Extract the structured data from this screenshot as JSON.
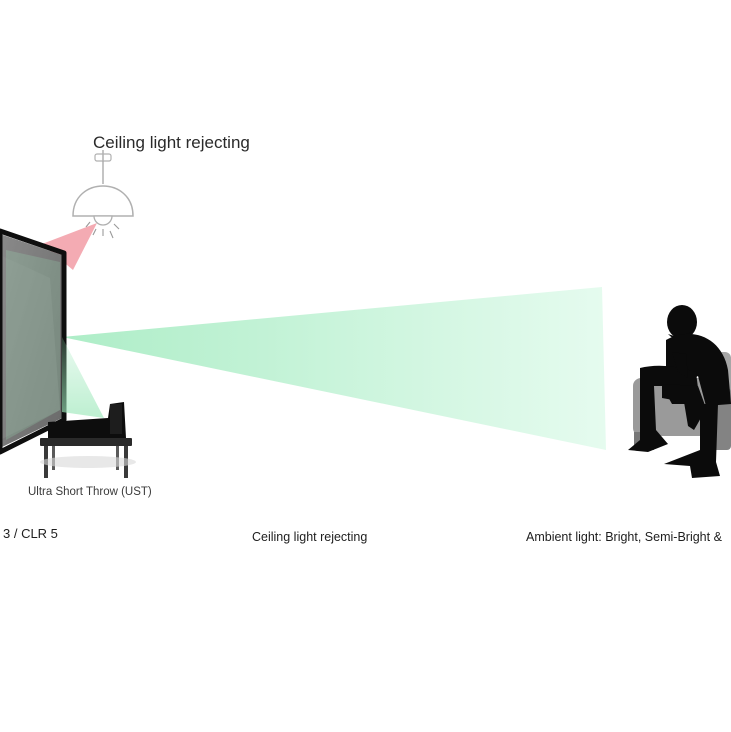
{
  "diagram": {
    "lamp_title": "Ceiling light rejecting",
    "projector_caption": "Ultra Short Throw (UST)",
    "caption_left": "3 / CLR 5",
    "caption_center": "Ceiling light rejecting",
    "caption_right": "Ambient light: Bright, Semi-Bright &",
    "colors": {
      "projected_beam": "#b8f0cf",
      "ceiling_light_cone": "#f3a2ab",
      "screen_frame": "#0e0e0e",
      "screen_surface": "#7d7d7d",
      "silhouette": "#0b0b0b",
      "sofa": "#8f8f8f"
    },
    "icons": {
      "lamp": "pendant-ceiling-lamp-icon",
      "projector": "projector-icon",
      "viewer": "seated-person-silhouette-icon"
    }
  }
}
